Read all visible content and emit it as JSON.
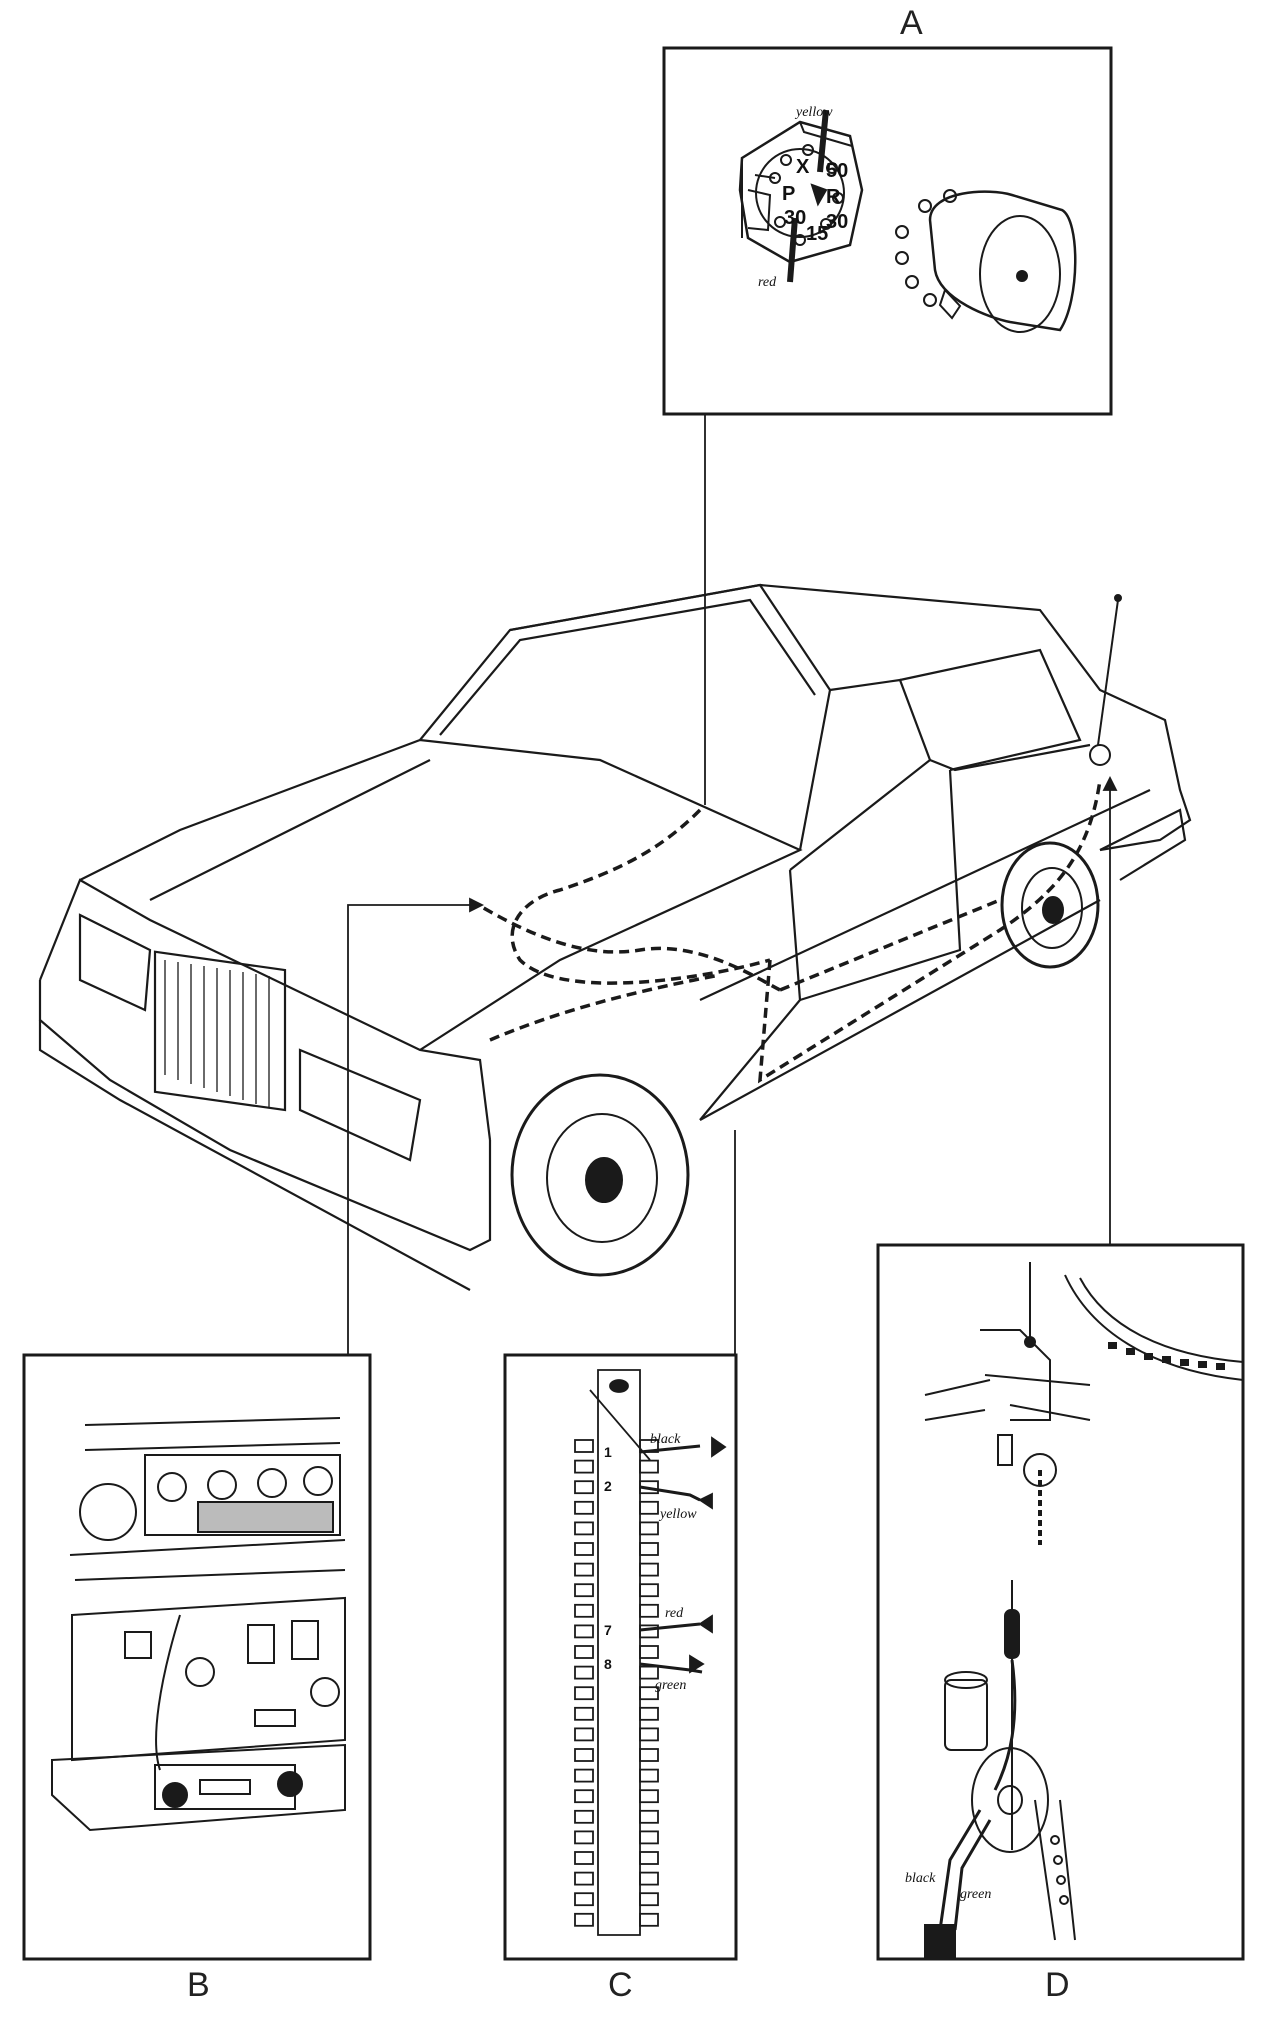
{
  "panels": {
    "a": {
      "label": "A"
    },
    "b": {
      "label": "B"
    },
    "c": {
      "label": "C"
    },
    "d": {
      "label": "D"
    }
  },
  "ignition_switch": {
    "wire_top": "yellow",
    "wire_bottom": "red",
    "terminals": [
      "X",
      "50",
      "P",
      "R",
      "30",
      "30",
      "15"
    ]
  },
  "terminal_strip": {
    "wires": [
      {
        "pin": "1",
        "color": "black"
      },
      {
        "pin": "2",
        "color": "yellow"
      },
      {
        "pin": "7",
        "color": "red"
      },
      {
        "pin": "8",
        "color": "green"
      }
    ]
  },
  "antenna_motor": {
    "wire_a": "black",
    "wire_b": "green"
  }
}
